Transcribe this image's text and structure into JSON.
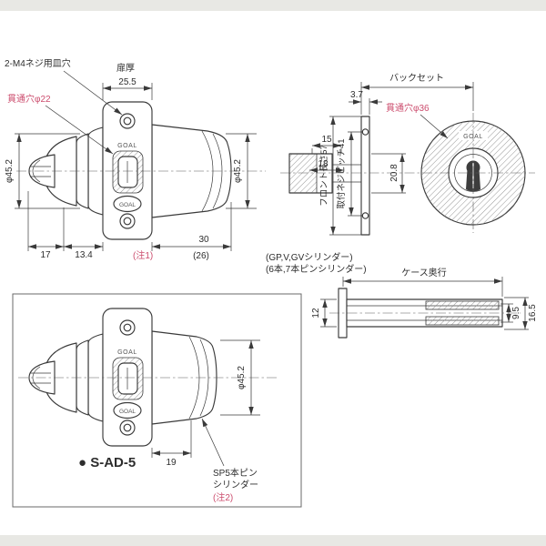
{
  "colors": {
    "line": "#3a3a3a",
    "accent_red": "#cc4d6e",
    "paper": "#ffffff",
    "edge": "#e8e8e4"
  },
  "side_view": {
    "screw_hole_label": "2-M4ネジ用皿穴",
    "door_thickness_label": "扉厚",
    "door_thickness": "25.5",
    "through_hole": "貫通穴φ22",
    "dia_thumbturn": "φ45.2",
    "dia_cylinder": "φ45.2",
    "dim_knob_depth": "17",
    "dim_rose_depth": "13.4",
    "note1": "(注1)",
    "dim_protrusion": "30",
    "dim_protrusion_alt": "(26)",
    "cyl_note1": "(GP,V,GVシリンダー)",
    "cyl_note2": "(6本,7本ピンシリンダー)",
    "brand": "GOAL",
    "brand_oval": "GOAL"
  },
  "front_view": {
    "backset_label": "バックセット",
    "faceplate_thickness": "3.7",
    "through_hole": "貫通穴φ36",
    "dim_15": "15",
    "dim_18": "18",
    "front_length": "フロント長さ57",
    "screw_pitch": "取付ネジピッチ41",
    "dim_20_8": "20.8",
    "brand": "GOAL"
  },
  "case_view": {
    "label": "ケース奥行",
    "dim_12": "12",
    "dim_9_5": "9.5",
    "dim_16_5": "16.5"
  },
  "sad5_view": {
    "dia_cylinder": "φ45.2",
    "dim_protrusion": "19",
    "cylinder_note1": "SP5本ピン",
    "cylinder_note2": "シリンダー",
    "note2": "(注2)",
    "model": "● S-AD-5",
    "brand": "GOAL",
    "brand_oval": "GOAL"
  }
}
